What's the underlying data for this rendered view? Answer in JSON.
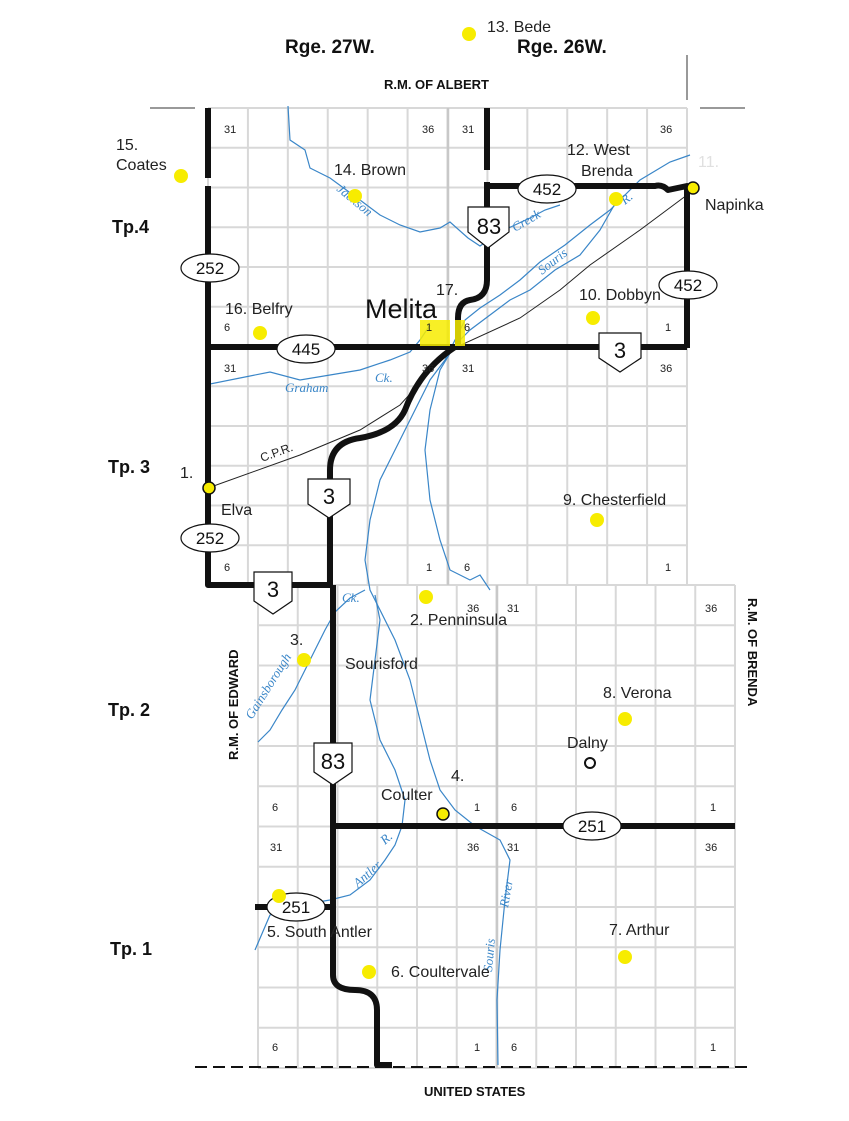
{
  "colors": {
    "site_dot": "#f7ec00",
    "river": "#3a86c8",
    "road": "#111111",
    "grid": "#d8d8d8"
  },
  "headers": {
    "range_west": "Rge. 27W.",
    "range_east": "Rge. 26W.",
    "rm_north": "R.M.  OF  ALBERT",
    "rm_west": "R.M.  OF  EDWARD",
    "rm_east": "R.M.  OF  BRENDA",
    "south": "UNITED  STATES"
  },
  "townships": {
    "tp4": "Tp.4",
    "tp3": "Tp. 3",
    "tp2": "Tp. 2",
    "tp1": "Tp. 1"
  },
  "sites": [
    {
      "label": "13. Bede"
    },
    {
      "label": "15."
    },
    {
      "label": "Coates"
    },
    {
      "label": "14. Brown"
    },
    {
      "label": "12. West"
    },
    {
      "label": "Brenda"
    },
    {
      "label": "11."
    },
    {
      "label": "Napinka"
    },
    {
      "label": "17."
    },
    {
      "label": "Melita"
    },
    {
      "label": "16. Belfry"
    },
    {
      "label": "10. Dobbyn"
    },
    {
      "label": "1."
    },
    {
      "label": "Elva"
    },
    {
      "label": "9. Chesterfield"
    },
    {
      "label": "2. Penninsula"
    },
    {
      "label": "3."
    },
    {
      "label": "Sourisford"
    },
    {
      "label": "8. Verona"
    },
    {
      "label": "Dalny"
    },
    {
      "label": "4."
    },
    {
      "label": "Coulter"
    },
    {
      "label": "5. South Antler"
    },
    {
      "label": "6. Coultervale"
    },
    {
      "label": "7. Arthur"
    }
  ],
  "highways": {
    "h83": "83",
    "h3": "3",
    "h252": "252",
    "h445": "445",
    "h452": "452",
    "h251": "251"
  },
  "rivers": {
    "jackson": "Jackson",
    "creek": "Creek",
    "souris": "Souris",
    "r": "R.",
    "graham": "Graham",
    "ck": "Ck.",
    "cpr": "C.P.R.",
    "gainsborough": "Gainsborough",
    "antler": "Antler",
    "river": "River",
    "souris2": "Souris"
  },
  "sections": {
    "s31": "31",
    "s36": "36",
    "s6": "6",
    "s1": "1"
  }
}
